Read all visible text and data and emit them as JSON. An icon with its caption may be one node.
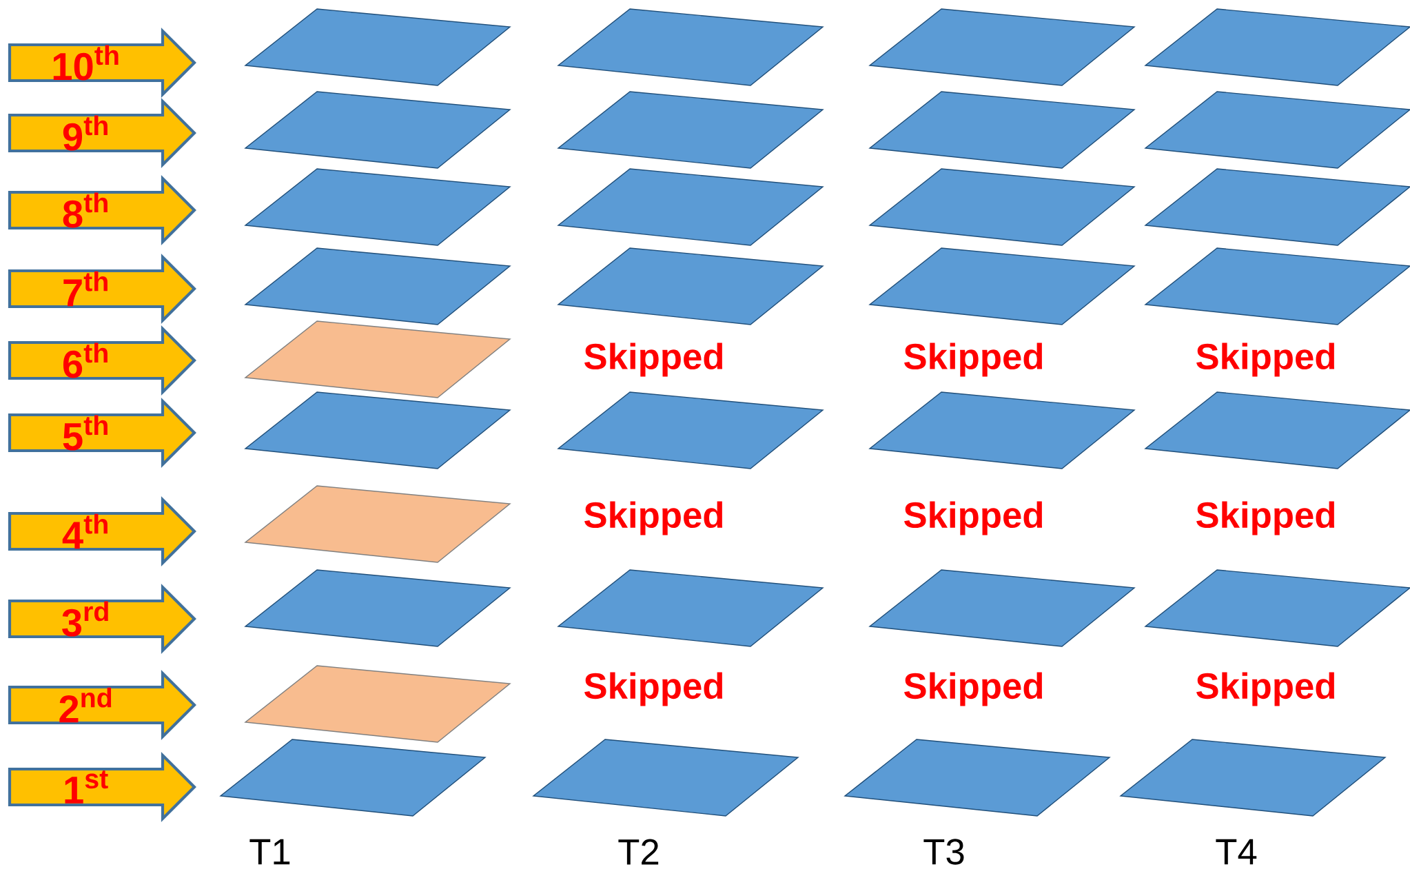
{
  "diagram": {
    "nodes": [
      {
        "text": [
          "10$^{th}$"
        ]
      },
      {
        "text": [
          "9$^{th}$"
        ]
      },
      {
        "text": [
          "8$^{th}$"
        ]
      },
      {
        "text": [
          "7$^{th}$"
        ]
      },
      {
        "text": [
          "6$^{th}$"
        ]
      },
      {
        "text": [
          "5$^{th}$"
        ]
      },
      {
        "text": [
          "4$^{th}$"
        ]
      },
      {
        "text": [
          "3$^{rd}$"
        ]
      },
      {
        "text": [
          "2$^{nd}$"
        ]
      },
      {
        "text": [
          "1$^{st}$"
        ]
      },
      {
        "text": [],
        "shape": "parallelogram"
      },
      {
        "text": [],
        "shape": "parallelogram"
      },
      {
        "text": [],
        "shape": "parallelogram"
      },
      {
        "text": [],
        "shape": "parallelogram"
      },
      {
        "text": [],
        "shape": "parallelogram"
      },
      {
        "text": [],
        "shape": "parallelogram"
      },
      {
        "text": [],
        "shape": "parallelogram"
      },
      {
        "text": [],
        "shape": "parallelogram"
      },
      {
        "text": [],
        "shape": "parallelogram"
      },
      {
        "text": [],
        "shape": "parallelogram"
      },
      {
        "text": [],
        "shape": "parallelogram"
      },
      {
        "text": [],
        "shape": "parallelogram"
      },
      {
        "text": [],
        "shape": "parallelogram"
      },
      {
        "text": [],
        "shape": "parallelogram"
      },
      {
        "text": [],
        "shape": "parallelogram"
      },
      {
        "text": [],
        "shape": "parallelogram"
      },
      {
        "text": [],
        "shape": "parallelogram"
      },
      {
        "text": [],
        "shape": "parallelogram"
      },
      {
        "text": [],
        "shape": "parallelogram"
      },
      {
        "text": [],
        "shape": "parallelogram"
      },
      {
        "text": [],
        "shape": "parallelogram"
      },
      {
        "text": [],
        "shape": "parallelogram"
      },
      {
        "text": [],
        "shape": "parallelogram"
      },
      {
        "text": [],
        "shape": "parallelogram"
      },
      {
        "text": [],
        "shape": "parallelogram"
      },
      {
        "text": [],
        "shape": "parallelogram"
      },
      {
        "text": [],
        "shape": "parallelogram"
      },
      {
        "text": [],
        "shape": "parallelogram"
      },
      {
        "text": [],
        "shape": "parallelogram"
      },
      {
        "text": [],
        "shape": "parallelogram"
      },
      {
        "text": [],
        "shape": "parallelogram"
      }
    ],
    "labels": [
      "Skipped",
      "Skipped",
      "Skipped",
      "Skipped",
      "Skipped",
      "Skipped",
      "Skipped",
      "Skipped",
      "Skipped",
      "T1",
      "T2",
      "T3",
      "T4"
    ]
  }
}
